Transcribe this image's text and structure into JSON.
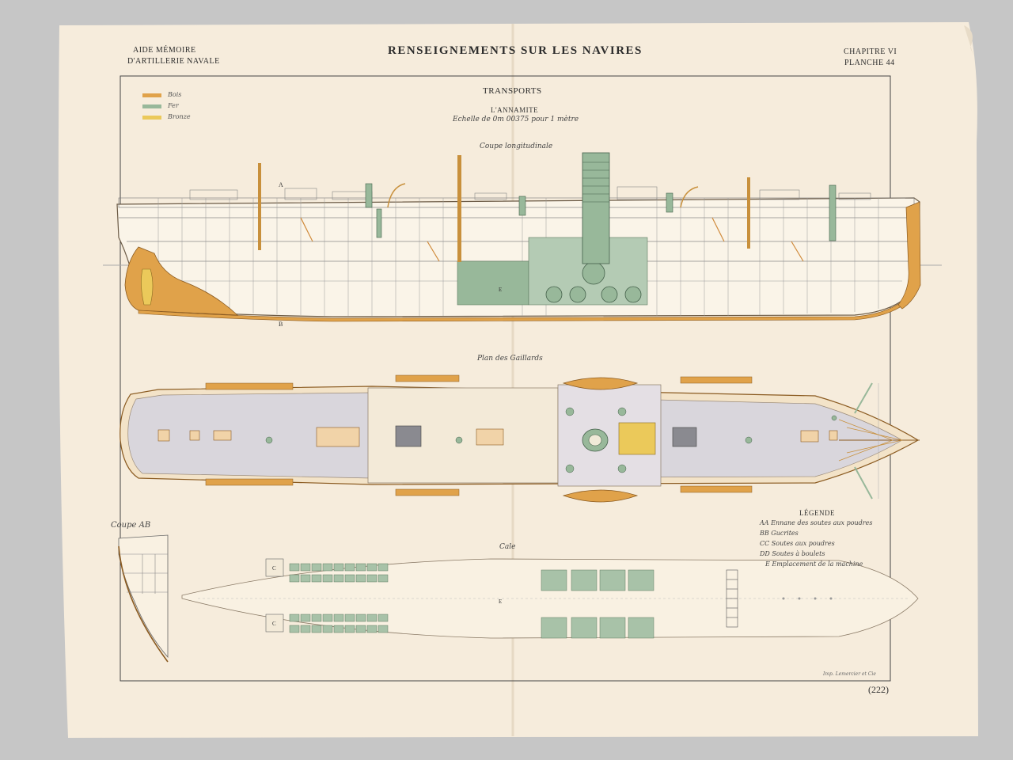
{
  "header": {
    "left_line1": "AIDE MÉMOIRE",
    "left_line2": "D'ARTILLERIE NAVALE",
    "title": "RENSEIGNEMENTS SUR LES NAVIRES",
    "right_line1": "CHAPITRE VI",
    "right_line2": "PLANCHE 44"
  },
  "section_title": "TRANSPORTS",
  "ship_name": "L'ANNAMITE",
  "scale": "Echelle de 0m 00375 pour 1 mètre",
  "materials": [
    {
      "label": "Bois",
      "color": "#e0a24a"
    },
    {
      "label": "Fer",
      "color": "#98b89a"
    },
    {
      "label": "Bronze",
      "color": "#ebc95a"
    }
  ],
  "views": {
    "longitudinal": "Coupe longitudinale",
    "deck_plan": "Plan des Gaillards",
    "hold": "Cale",
    "section_ab": "Coupe AB"
  },
  "markers": {
    "a": "A",
    "b": "B",
    "e": "E",
    "c": "C"
  },
  "legend": {
    "title": "LÉGENDE",
    "items": [
      "AA Ennane des soutes aux poudres",
      "BB Gucrites",
      "CC Soutes aux poudres",
      "DD Soutes à boulets",
      "E Emplacement de la machine"
    ]
  },
  "imprint": "Imp. Lemercier et Cie",
  "page_number": "(222)",
  "colors": {
    "paper": "#f6ecdc",
    "wood": "#e0a24a",
    "iron": "#98b89a",
    "bronze": "#ebc95a",
    "deck": "#d9d6dc",
    "ink": "#3a3a3a"
  }
}
